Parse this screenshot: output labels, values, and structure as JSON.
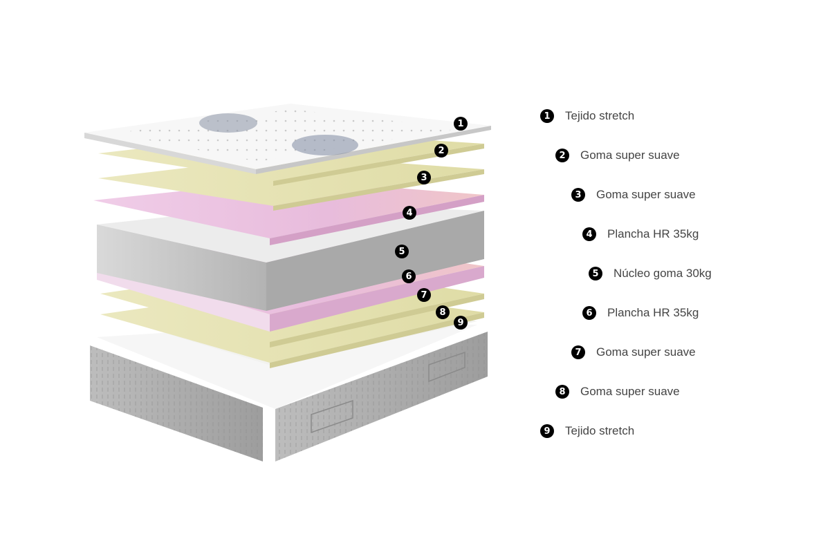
{
  "layers": [
    {
      "number": "1",
      "label": "Tejido stretch"
    },
    {
      "number": "2",
      "label": "Goma super suave"
    },
    {
      "number": "3",
      "label": "Goma super suave"
    },
    {
      "number": "4",
      "label": "Plancha HR 35kg"
    },
    {
      "number": "5",
      "label": "Núcleo goma 30kg"
    },
    {
      "number": "6",
      "label": "Plancha HR 35kg"
    },
    {
      "number": "7",
      "label": "Goma super suave"
    },
    {
      "number": "8",
      "label": "Goma super suave"
    },
    {
      "number": "9",
      "label": "Tejido stretch"
    }
  ],
  "colors": {
    "foam_yellow": "#e9e6b8",
    "foam_pink": "#ecc4e2",
    "core_gray": "#bdbdbd",
    "fabric_white": "#f4f4f4",
    "base_gray": "#a9a9a9",
    "badge": "#000000"
  }
}
